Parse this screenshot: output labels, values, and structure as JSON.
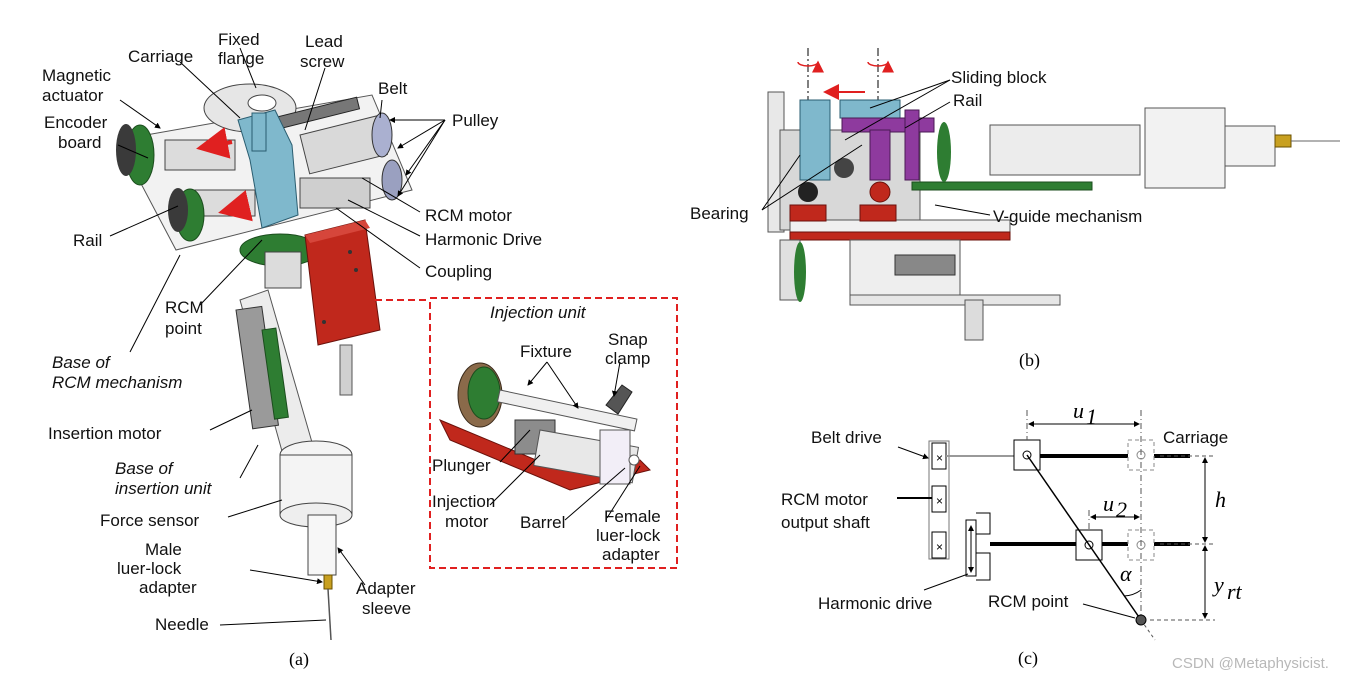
{
  "panel_a": {
    "caption": "(a)",
    "labels": {
      "magnetic_actuator_1": "Magnetic",
      "magnetic_actuator_2": "actuator",
      "carriage": "Carriage",
      "fixed_flange_1": "Fixed",
      "fixed_flange_2": "flange",
      "lead_screw_1": "Lead",
      "lead_screw_2": "screw",
      "belt": "Belt",
      "pulley": "Pulley",
      "encoder_board_1": "Encoder",
      "encoder_board_2": "board",
      "rail": "Rail",
      "rcm_motor": "RCM motor",
      "harmonic_drive": "Harmonic Drive",
      "coupling": "Coupling",
      "rcm_point_1": "RCM",
      "rcm_point_2": "point",
      "base_rcm_1": "Base of",
      "base_rcm_2": "RCM mechanism",
      "insertion_motor": "Insertion motor",
      "base_insertion_1": "Base of",
      "base_insertion_2": "insertion unit",
      "force_sensor": "Force sensor",
      "male_luer_1": "Male",
      "male_luer_2": "luer-lock",
      "male_luer_3": "adapter",
      "adapter_sleeve_1": "Adapter",
      "adapter_sleeve_2": "sleeve",
      "needle": "Needle"
    },
    "inset": {
      "title": "Injection unit",
      "fixture": "Fixture",
      "snap_clamp_1": "Snap",
      "snap_clamp_2": "clamp",
      "plunger": "Plunger",
      "injection_motor_1": "Injection",
      "injection_motor_2": "motor",
      "barrel": "Barrel",
      "female_luer_1": "Female",
      "female_luer_2": "luer-lock",
      "female_luer_3": "adapter"
    }
  },
  "panel_b": {
    "caption": "(b)",
    "labels": {
      "sliding_block": "Sliding block",
      "rail": "Rail",
      "bearing": "Bearing",
      "v_guide": "V-guide mechanism"
    }
  },
  "panel_c": {
    "caption": "(c)",
    "labels": {
      "belt_drive": "Belt drive",
      "carriage": "Carriage",
      "rcm_motor_1": "RCM motor",
      "rcm_motor_2": "output shaft",
      "harmonic_drive": "Harmonic drive",
      "rcm_point": "RCM point"
    },
    "symbols": {
      "u1": "u",
      "u1_sub": "1",
      "u2": "u",
      "u2_sub": "2",
      "h": "h",
      "alpha": "α",
      "y": "y",
      "y_sub": "rt"
    }
  },
  "watermark": "CSDN @Metaphysicist.",
  "colors": {
    "accent_red": "#e02020",
    "carriage_blue": "#7fb8cc",
    "rail_purple": "#8e3a9e",
    "base_red": "#c0281c",
    "green_board": "#2e7d32"
  }
}
